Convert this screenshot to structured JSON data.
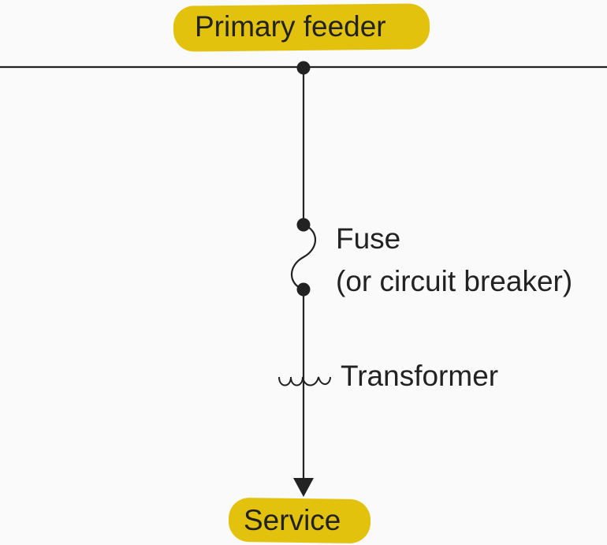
{
  "labels": {
    "primary_feeder": "Primary feeder",
    "fuse": "Fuse",
    "fuse_alt": "(or circuit breaker)",
    "transformer": "Transformer",
    "service": "Service"
  },
  "colors": {
    "background": "#fafafa",
    "line": "#222222",
    "highlight": "#e3c20d"
  }
}
